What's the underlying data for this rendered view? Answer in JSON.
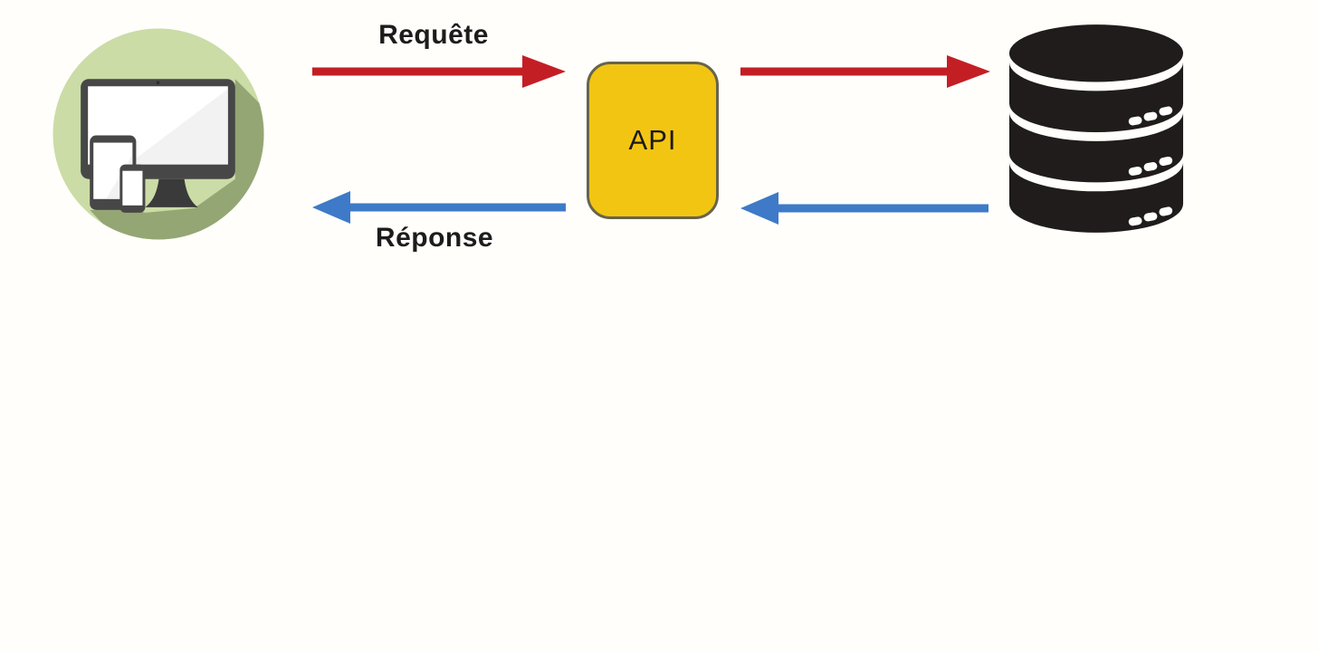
{
  "diagram": {
    "nodes": {
      "client": {
        "icon": "client-devices-icon"
      },
      "api": {
        "label": "API"
      },
      "database": {
        "icon": "database-icon"
      }
    },
    "labels": {
      "request": "Requête",
      "response": "Réponse"
    },
    "edges": [
      {
        "from": "client",
        "to": "api",
        "label": "Requête",
        "color": "#c41e25",
        "direction": "right"
      },
      {
        "from": "api",
        "to": "database",
        "label": "",
        "color": "#c41e25",
        "direction": "right"
      },
      {
        "from": "database",
        "to": "api",
        "label": "",
        "color": "#3e7ac7",
        "direction": "left"
      },
      {
        "from": "api",
        "to": "client",
        "label": "Réponse",
        "color": "#3e7ac7",
        "direction": "left"
      }
    ],
    "colors": {
      "background": "#fffefb",
      "label-color": "#1c1c1c",
      "arrow-red": "#c41e25",
      "arrow-blue": "#3e7ac7",
      "api-fill": "#f3c513",
      "api-border": "#66644b",
      "db-color": "#201c1b",
      "client-circle": "#cbdca6",
      "client-shadow": "#94a674",
      "device-gray": "#474747"
    }
  }
}
